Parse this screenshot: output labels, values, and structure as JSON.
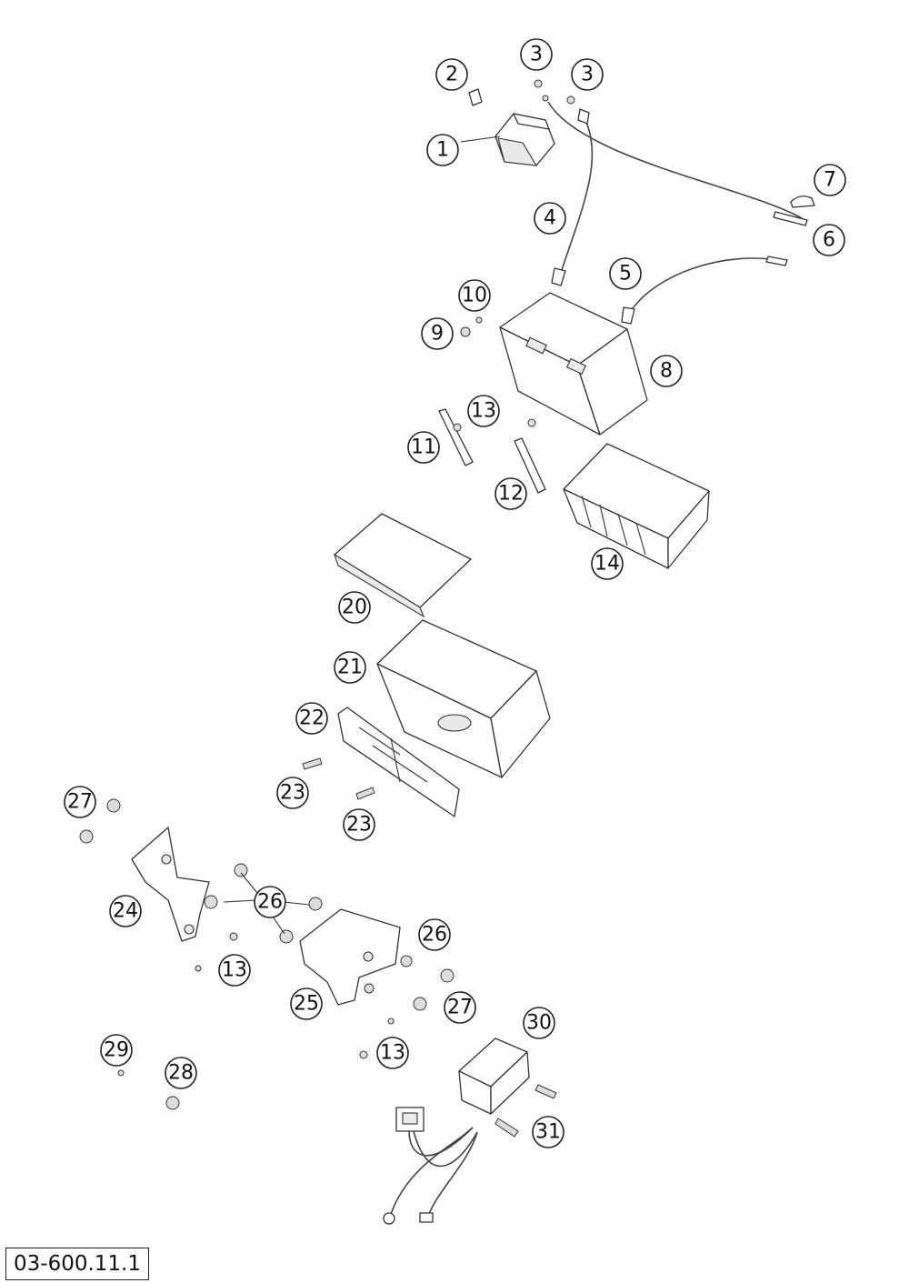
{
  "drawing_code": "03-600.11.1",
  "callouts": [
    "1",
    "2",
    "3",
    "3",
    "4",
    "5",
    "6",
    "7",
    "8",
    "9",
    "10",
    "11",
    "12",
    "13",
    "13",
    "13",
    "14",
    "20",
    "21",
    "22",
    "23",
    "23",
    "24",
    "25",
    "26",
    "26",
    "27",
    "27",
    "28",
    "29",
    "30",
    "31"
  ]
}
